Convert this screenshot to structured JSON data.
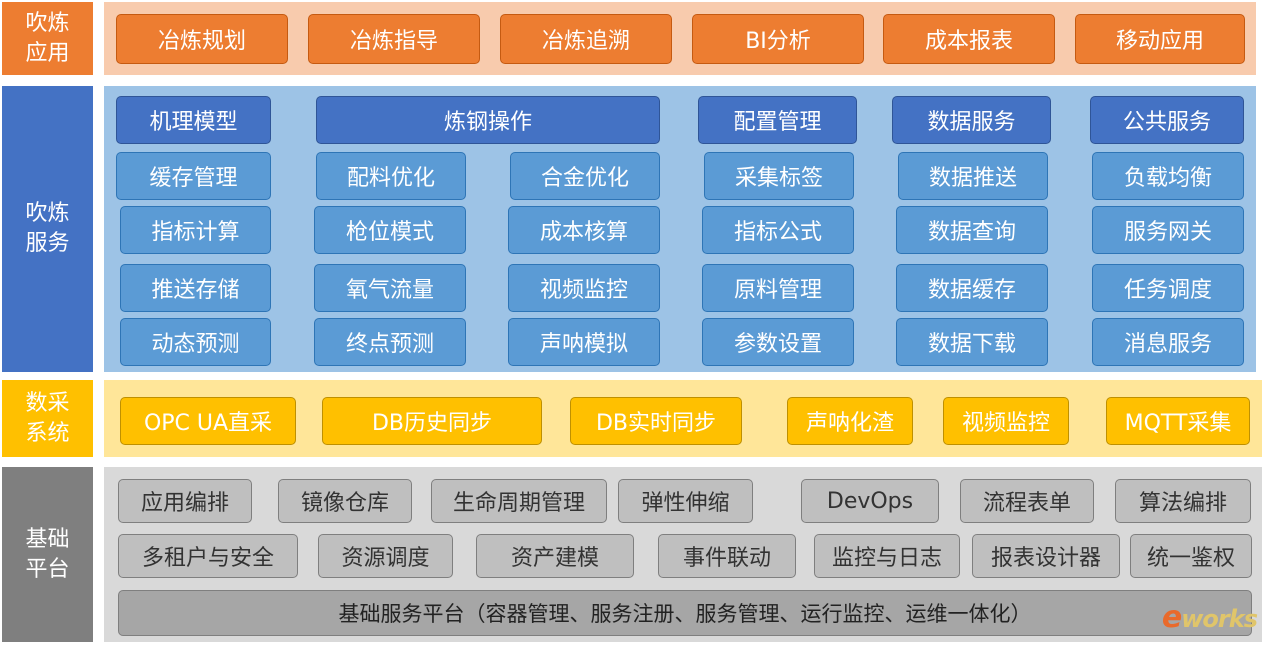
{
  "layers": {
    "app": {
      "label": "吹炼\n应用",
      "items": [
        "冶炼规划",
        "冶炼指导",
        "冶炼追溯",
        "BI分析",
        "成本报表",
        "移动应用"
      ]
    },
    "service": {
      "label": "吹炼\n服务",
      "headers": [
        "机理模型",
        "炼钢操作",
        "配置管理",
        "数据服务",
        "公共服务"
      ],
      "rows": [
        [
          "缓存管理",
          "配料优化",
          "合金优化",
          "采集标签",
          "数据推送",
          "负载均衡"
        ],
        [
          "指标计算",
          "枪位模式",
          "成本核算",
          "指标公式",
          "数据查询",
          "服务网关"
        ],
        [
          "推送存储",
          "氧气流量",
          "视频监控",
          "原料管理",
          "数据缓存",
          "任务调度"
        ],
        [
          "动态预测",
          "终点预测",
          "声呐模拟",
          "参数设置",
          "数据下载",
          "消息服务"
        ]
      ]
    },
    "data": {
      "label": "数采\n系统",
      "items": [
        "OPC UA直采",
        "DB历史同步",
        "DB实时同步",
        "声呐化渣",
        "视频监控",
        "MQTT采集"
      ]
    },
    "base": {
      "label": "基础\n平台",
      "row1": [
        "应用编排",
        "镜像仓库",
        "生命周期管理",
        "弹性伸缩",
        "DevOps",
        "流程表单",
        "算法编排"
      ],
      "row2": [
        "多租户与安全",
        "资源调度",
        "资产建模",
        "事件联动",
        "监控与日志",
        "报表设计器",
        "统一鉴权"
      ],
      "wide": "基础服务平台（容器管理、服务注册、服务管理、运行监控、运维一体化）"
    }
  },
  "watermark": {
    "e": "e",
    "rest": "works"
  },
  "colors": {
    "app_label": "#ED7D31",
    "app_band": "#F8CBAD",
    "service_label": "#4472C4",
    "service_band": "#9DC3E6",
    "data_label": "#FFC000",
    "data_band": "#FFE699",
    "base_label": "#7F7F7F",
    "base_band": "#D9D9D9"
  }
}
